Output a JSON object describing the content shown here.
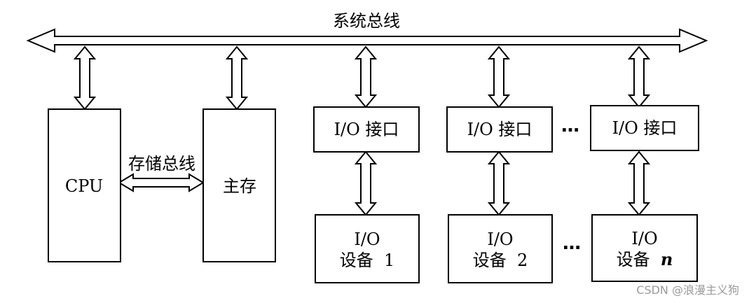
{
  "diagram": {
    "system_bus": "系统总线",
    "memory_bus": "存储总线",
    "cpu": "CPU",
    "main_memory": "主存",
    "io_interfaces": [
      "I/O 接口",
      "I/O 接口",
      "I/O 接口"
    ],
    "io_devices": [
      {
        "line1": "I/O",
        "line2": "设备",
        "index": "1"
      },
      {
        "line1": "I/O",
        "line2": "设备",
        "index": "2"
      },
      {
        "line1": "I/O",
        "line2": "设备",
        "index": "n"
      }
    ],
    "ellipsis": "…"
  },
  "watermark": "CSDN @浪漫主义狗"
}
